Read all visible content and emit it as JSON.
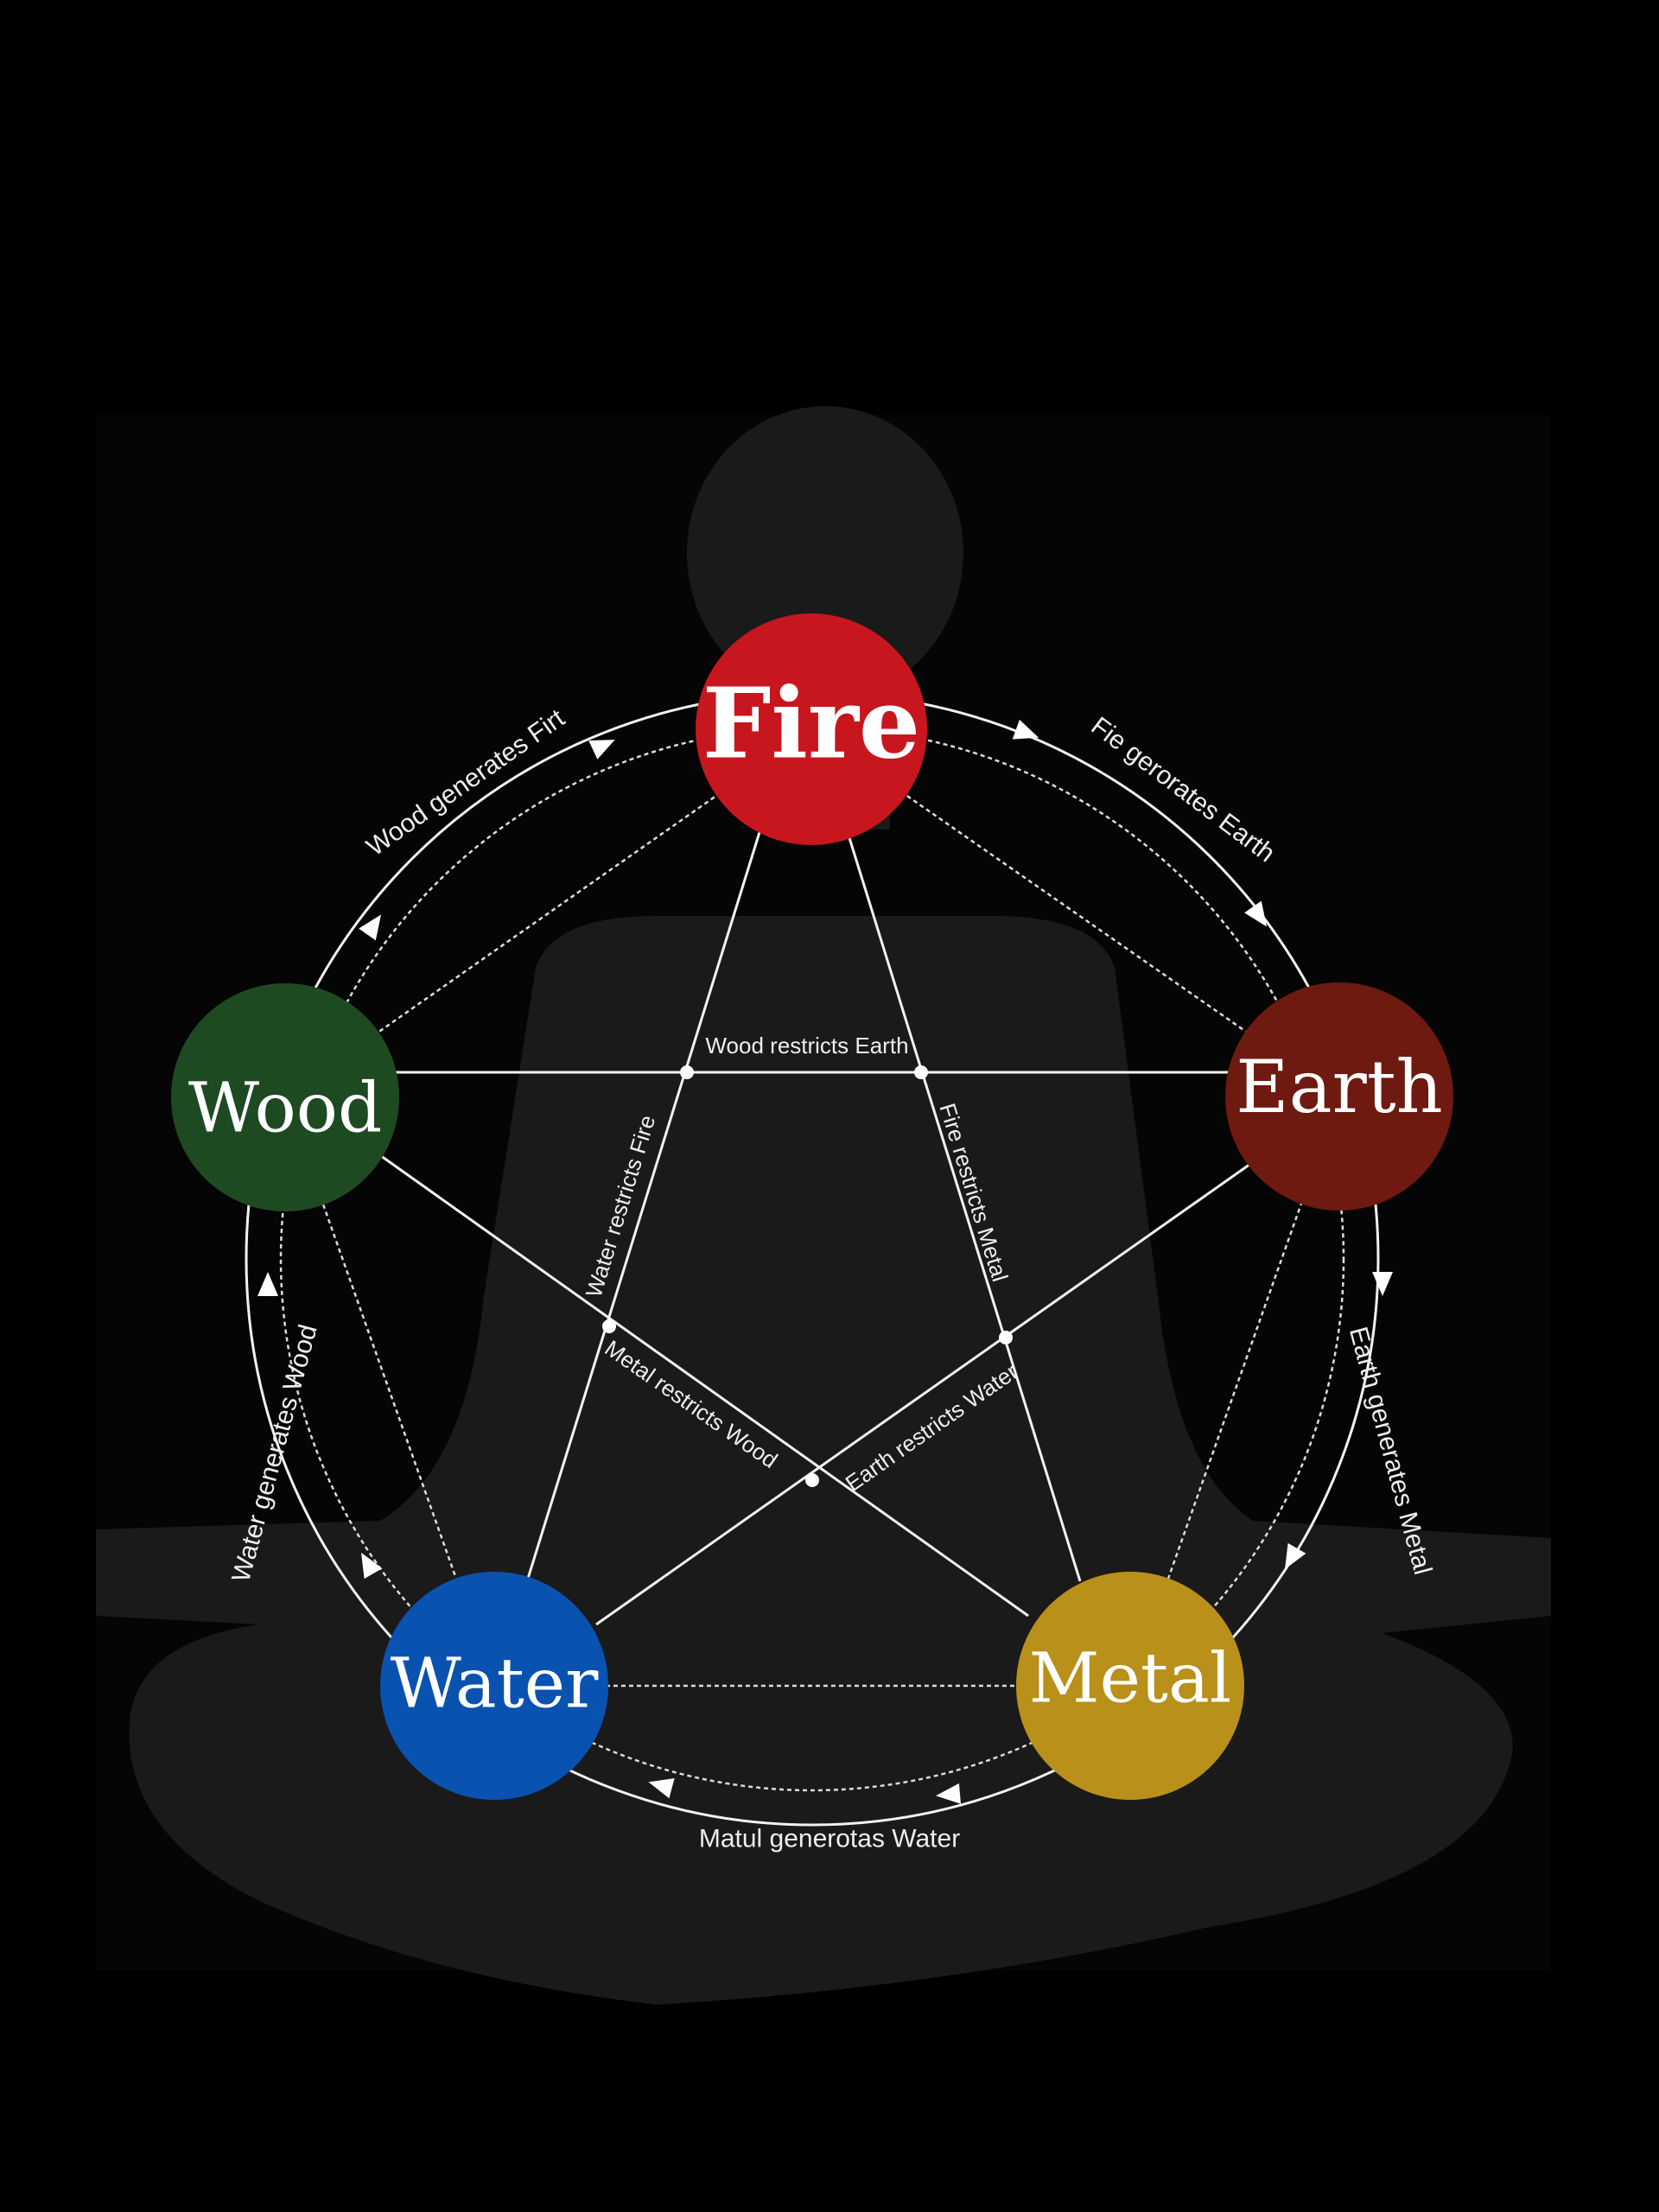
{
  "elements": [
    {
      "name": "Fire",
      "color": "#c8161f"
    },
    {
      "name": "Earth",
      "color": "#6e1a10"
    },
    {
      "name": "Metal",
      "color": "#b8901a"
    },
    {
      "name": "Water",
      "color": "#0a52b0"
    },
    {
      "name": "Wood",
      "color": "#1e4a22"
    }
  ],
  "generating_cycle": [
    "Wood generates Firt",
    "Fie gerorates Earth",
    "Earth generates Metal",
    "Matul generotas Water",
    "Water generates Wood"
  ],
  "controlling_cycle": [
    "Wood restricts Earth",
    "Water restricts Fire",
    "Fire restricts Metal",
    "Metal restricts Wood",
    "Earth restricts Water"
  ],
  "colors": {
    "background": "#000000",
    "silhouette": "#1a1a1a",
    "lines": "#f2f2f2"
  }
}
